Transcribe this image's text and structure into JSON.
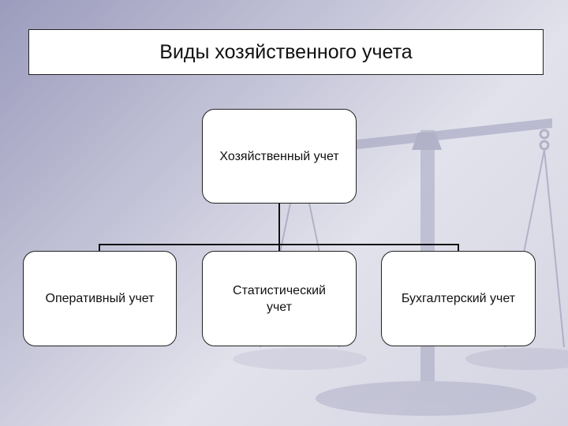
{
  "slide": {
    "title": "Виды хозяйственного учета"
  },
  "diagram": {
    "root": {
      "label": "Хозяйственный учет"
    },
    "children": [
      {
        "label": "Оперативный учет"
      },
      {
        "label_line1": "Статистический",
        "label_line2": "учет"
      },
      {
        "label": "Бухгалтерский учет"
      }
    ]
  },
  "background": {
    "image": "scales-of-justice",
    "colors": [
      "#9b9bbd",
      "#c4c4d8",
      "#e2e2ec"
    ]
  }
}
